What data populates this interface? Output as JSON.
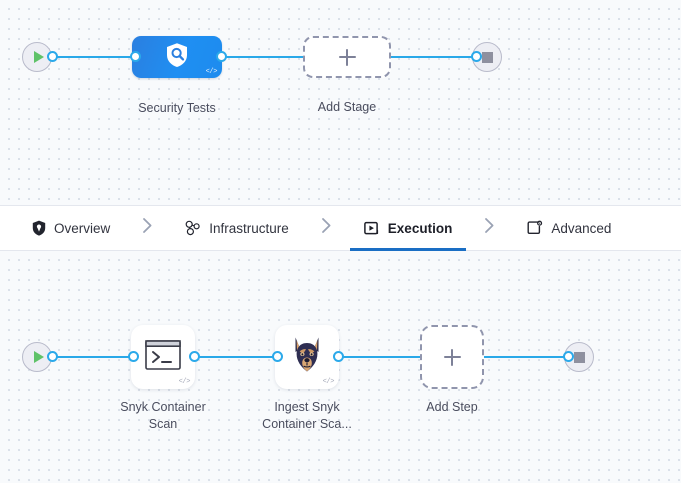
{
  "stage_canvas": {
    "start_node": {
      "icon": "play-icon",
      "label": ""
    },
    "end_node": {
      "icon": "stop-icon",
      "label": ""
    },
    "nodes": [
      {
        "type": "stage",
        "label": "Security Tests",
        "icon": "shield-search-icon",
        "badge": "</>"
      },
      {
        "type": "add",
        "label": "Add Stage",
        "icon": "plus-icon"
      }
    ]
  },
  "tabs": {
    "items": [
      {
        "label": "Overview",
        "icon": "shield-pin-icon",
        "active": false
      },
      {
        "label": "Infrastructure",
        "icon": "node-graph-icon",
        "active": false
      },
      {
        "label": "Execution",
        "icon": "play-box-icon",
        "active": true
      },
      {
        "label": "Advanced",
        "icon": "square-gear-icon",
        "active": false
      }
    ],
    "separator": "chevron-right-icon",
    "active_color": "#1a6ec4"
  },
  "step_canvas": {
    "start_node": {
      "icon": "play-icon",
      "label": ""
    },
    "end_node": {
      "icon": "stop-icon",
      "label": ""
    },
    "nodes": [
      {
        "type": "step",
        "label": "Snyk Container\nScan",
        "icon": "terminal-icon",
        "badge": "</>"
      },
      {
        "type": "step",
        "label": "Ingest Snyk\nContainer Sca...",
        "icon": "snyk-dog-icon",
        "badge": "</>"
      },
      {
        "type": "add",
        "label": "Add Step",
        "icon": "plus-icon"
      }
    ]
  },
  "colors": {
    "wire": "#29a8e8",
    "stage_node": "#1f8ff2",
    "canvas_bg": "#f8fafc",
    "dot_grid": "#d5dce6",
    "play_green": "#5fc268",
    "stop_gray": "#8e909f"
  }
}
